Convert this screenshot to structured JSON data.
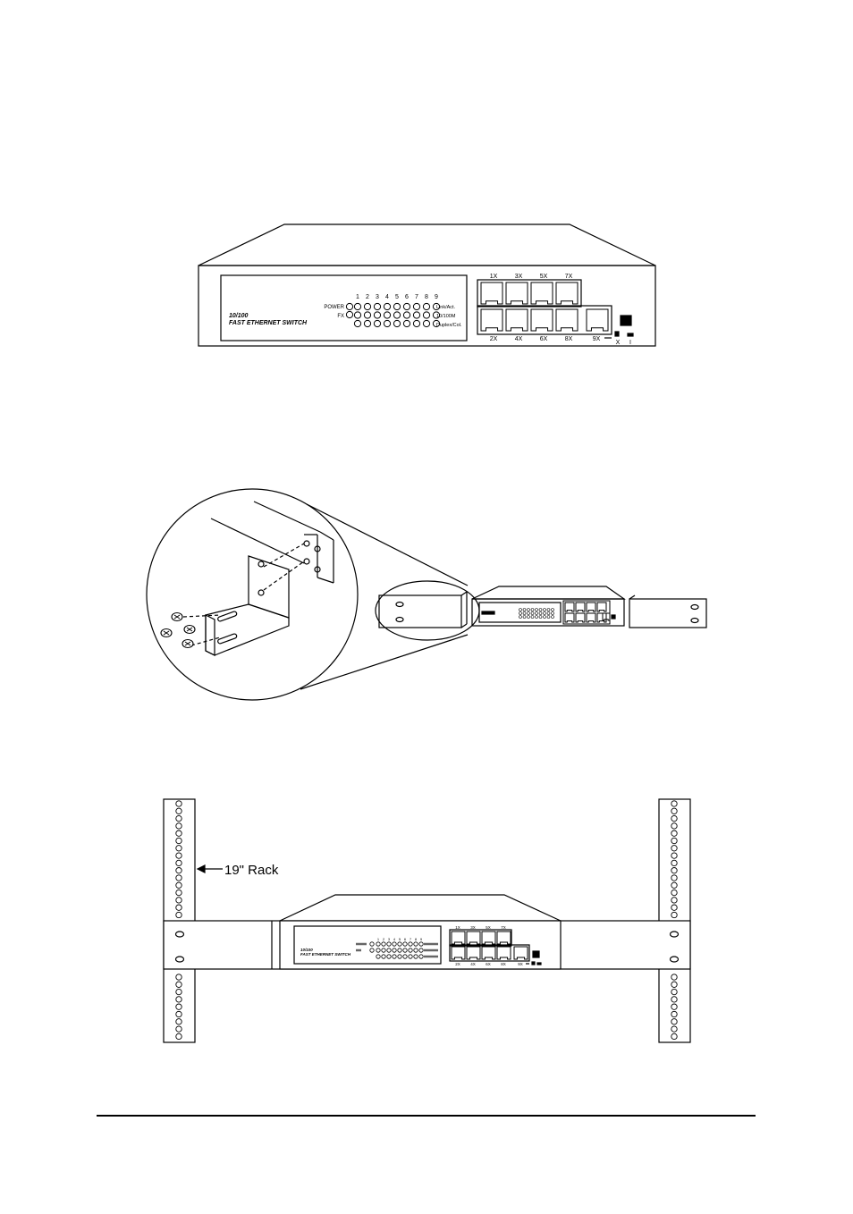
{
  "figure1": {
    "model": "10/100",
    "product_name": "FAST ETHERNET SWITCH",
    "led_row_labels": [
      "POWER",
      "FX"
    ],
    "port_numbers": [
      "1",
      "2",
      "3",
      "4",
      "5",
      "6",
      "7",
      "8",
      "9"
    ],
    "led_status_labels": [
      "Link/Act.",
      "10/100M",
      "Duplex/Col."
    ],
    "top_port_labels": [
      "1X",
      "3X",
      "5X",
      "7X"
    ],
    "bottom_port_labels": [
      "2X",
      "4X",
      "6X",
      "8X",
      "9X"
    ],
    "switch_labels": [
      "X",
      "I"
    ]
  },
  "figure2": {},
  "figure3": {
    "rack_label": "19\" Rack",
    "model": "10/100",
    "product_name": "FAST ETHERNET SWITCH",
    "port_numbers": [
      "1",
      "2",
      "3",
      "4",
      "5",
      "6",
      "7",
      "8",
      "9"
    ],
    "top_port_labels": [
      "1X",
      "3X",
      "5X",
      "7X"
    ],
    "bottom_port_labels": [
      "2X",
      "4X",
      "6X",
      "8X",
      "9X"
    ]
  }
}
